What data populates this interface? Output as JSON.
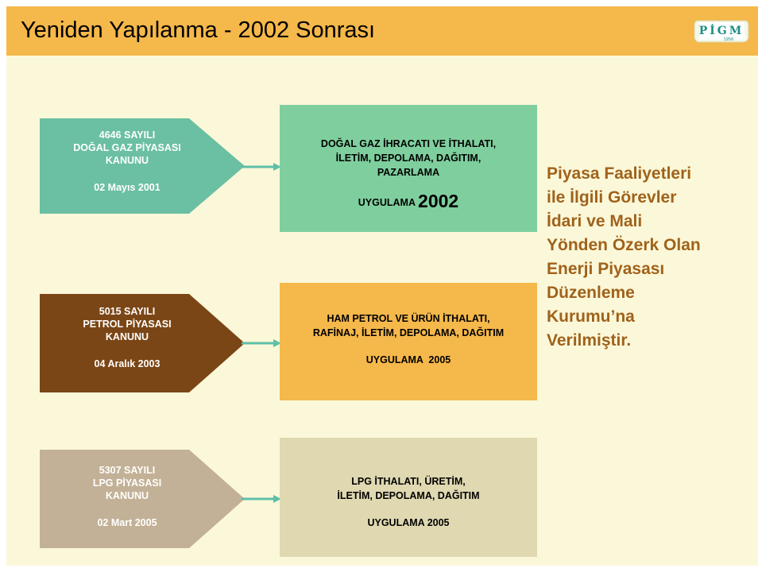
{
  "header": {
    "title": "Yeniden Yapılanma - 2002 Sonrası",
    "logo_text": "PİGM",
    "logo_subtext": "1956"
  },
  "rows": [
    {
      "law_lines": [
        "4646 SAYILI",
        "DOĞAL GAZ PİYASASI",
        "KANUNU"
      ],
      "law_date": "02 Mayıs 2001",
      "law_color": "#6bbfa2",
      "box_lines": [
        "DOĞAL GAZ İHRACATI VE İTHALATI,",
        "İLETİM, DEPOLAMA, DAĞITIM,",
        "PAZARLAMA"
      ],
      "box_uygulama_label": "UYGULAMA",
      "box_uygulama_year": "2002",
      "box_color": "#7fcf9e"
    },
    {
      "law_lines": [
        "5015 SAYILI",
        "PETROL PİYASASI",
        "KANUNU"
      ],
      "law_date": "04 Aralık 2003",
      "law_color": "#7b4616",
      "box_lines": [
        "HAM PETROL VE ÜRÜN İTHALATI,",
        "RAFİNAJ, İLETİM, DEPOLAMA, DAĞITIM"
      ],
      "box_uygulama_label": "UYGULAMA  2005",
      "box_uygulama_year": "",
      "box_color": "#f5b84a"
    },
    {
      "law_lines": [
        "5307 SAYILI",
        "LPG PİYASASI",
        "KANUNU"
      ],
      "law_date": "02 Mart 2005",
      "law_color": "#c3b197",
      "box_lines": [
        "LPG İTHALATI, ÜRETİM,",
        "İLETİM, DEPOLAMA, DAĞITIM"
      ],
      "box_uygulama_label": "UYGULAMA 2005",
      "box_uygulama_year": "",
      "box_color": "#dfd8b1"
    }
  ],
  "side_text": [
    "Piyasa Faaliyetleri",
    "ile İlgili Görevler",
    "İdari ve Mali",
    "Yönden Özerk Olan",
    "Enerji Piyasası",
    "Düzenleme",
    "Kurumu’na",
    "Verilmiştir."
  ],
  "colors": {
    "connector": "#5ebfa8",
    "side_text": "#a0621b",
    "header": "#f5b84a",
    "background": "#fbf8d9"
  }
}
